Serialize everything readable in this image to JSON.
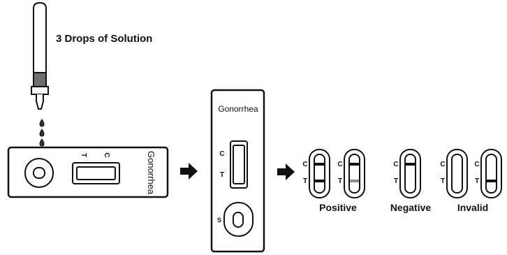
{
  "instruction": "3 Drops of Solution",
  "cassette_horizontal": {
    "brand_label": "Gonorrhea",
    "control_marker": "C",
    "test_marker": "T"
  },
  "cassette_vertical": {
    "brand_label": "Gonorrhea",
    "control_marker": "C",
    "test_marker": "T",
    "sample_marker": "S"
  },
  "results": [
    {
      "label": "Positive",
      "strips": [
        {
          "c": "C",
          "t": "T"
        },
        {
          "c": "C",
          "t": "T"
        }
      ]
    },
    {
      "label": "Negative",
      "strips": [
        {
          "c": "C",
          "t": "T"
        }
      ]
    },
    {
      "label": "Invalid",
      "strips": [
        {
          "c": "C",
          "t": "T"
        },
        {
          "c": "C",
          "t": "T"
        }
      ]
    }
  ],
  "colors": {
    "line": "#111111",
    "dropper_band": "#6e6e6e",
    "faint_line": "#8c8c8c"
  }
}
